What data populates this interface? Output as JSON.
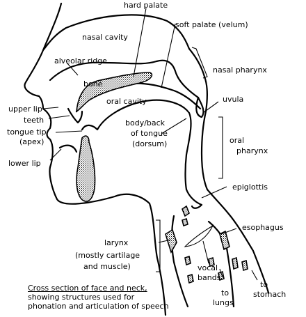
{
  "labels": {
    "hard_palate": "hard palate",
    "soft_palate": "soft palate (velum)",
    "nasal_cavity": "nasal cavity",
    "alveolar_ridge": "alveolar ridge",
    "bone": "bone",
    "nasal_pharynx": "nasal pharynx",
    "uvula": "uvula",
    "oral_cavity": "oral cavity",
    "upper_lip": "upper lip",
    "teeth": "teeth",
    "tongue_tip": "tongue tip",
    "apex": "(apex)",
    "body_back_1": "body/back",
    "body_back_2": "of tongue",
    "dorsum": "(dorsum)",
    "oral": "oral",
    "pharynx": "pharynx",
    "lower_lip": "lower lip",
    "epiglottis": "epiglottis",
    "esophagus": "esophagus",
    "larynx": "larynx",
    "larynx_note_1": "(mostly cartilage",
    "larynx_note_2": "and muscle)",
    "vocal": "vocal",
    "bands": "bands",
    "to_lungs_1": "to",
    "to_lungs_2": "lungs",
    "to_stomach_1": "to",
    "to_stomach_2": "stomach"
  },
  "caption": {
    "line1": "Cross section of face and neck,",
    "line2": "showing structures used for",
    "line3": "phonation and articulation of speech"
  }
}
